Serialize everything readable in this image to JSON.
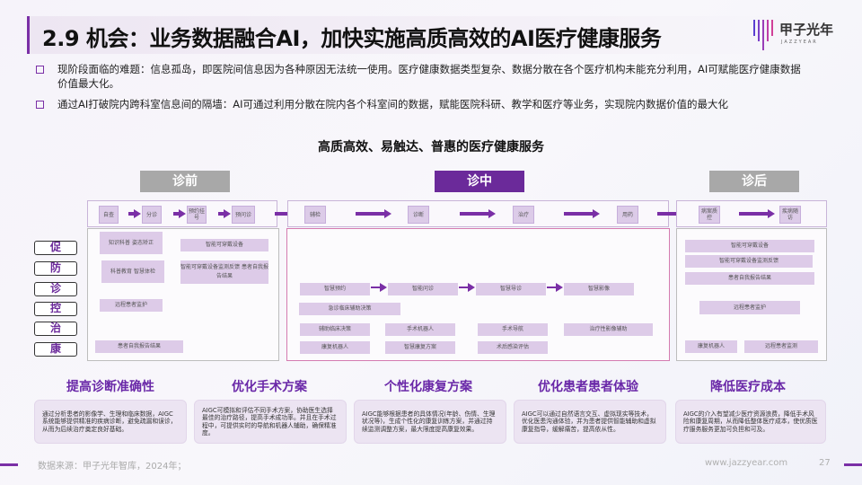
{
  "header": {
    "title": "2.9 机会：业务数据融合AI，加快实施高质高效的AI医疗健康服务",
    "logo_cn": "甲子光年",
    "logo_en": "JAZZYEAR"
  },
  "bullets": [
    "现阶段面临的难题：信息孤岛，即医院间信息因为各种原因无法统一使用。医疗健康数据类型复杂、数据分散在各个医疗机构未能充分利用，AI可赋能医疗健康数据价值最大化。",
    "通过AI打破院内跨科室信息间的隔墙：AI可通过利用分散在院内各个科室间的数据，赋能医院科研、教学和医疗等业务，实现院内数据价值的最大化"
  ],
  "diagram": {
    "title": "高质高效、易触达、普惠的医疗健康服务",
    "phases": [
      {
        "label": "诊前"
      },
      {
        "label": "诊中"
      },
      {
        "label": "诊后"
      }
    ],
    "flow_pre": [
      "自查",
      "分诊",
      "预约挂号",
      "预问诊"
    ],
    "flow_mid": [
      "辅检",
      "诊断",
      "治疗",
      "用药"
    ],
    "flow_post": [
      "病案质控",
      "疾病随访"
    ],
    "side_labels": [
      "促",
      "防",
      "诊",
      "控",
      "治",
      "康"
    ],
    "pre_cells": [
      "知识科普 姿态矫正",
      "智能可穿戴设备",
      "科普教育 智慧体检",
      "智能可穿戴设备监测反馈 患者自我报告结果",
      "远程患者监护",
      "患者自我报告结果"
    ],
    "mid_cells": [
      "智慧预约",
      "智能问诊",
      "智慧导诊",
      "智慧影像",
      "急诊临床辅助决策",
      "辅助临床决策",
      "手术机器人",
      "手术导航",
      "治疗性影像辅助",
      "康复机器人",
      "智慧康复方案",
      "术后感染评估"
    ],
    "post_cells": [
      "智能可穿戴设备",
      "智能可穿戴设备监测反馈",
      "患者自我报告结果",
      "远程患者监护",
      "康复机器人",
      "远程患者监测"
    ]
  },
  "benefits": [
    {
      "title": "提高诊断准确性",
      "text": "通过分析患者的影像学、生理和临床数据，AIGC系统能够提供精准的疾病诊断，避免疏漏和误诊，从而为后续治疗奠定良好基础。"
    },
    {
      "title": "优化手术方案",
      "text": "AIGC可模拟和评估不同手术方案，协助医生选择最佳的治疗路径，提高手术成功率。并且在手术过程中，可提供实时的导航和机器人辅助，确保精准度。"
    },
    {
      "title": "个性化康复方案",
      "text": "AIGC能够根据患者的具体情况(年龄、伤情、生理状况等)，生成个性化的康复训练方案，并通过持续监测调整方案，最大限度提高康复效果。"
    },
    {
      "title": "优化患者患者体验",
      "text": "AIGC可以通过自然语言交互、虚拟现实等技术，优化医患沟通体验，并为患者提供智能辅助和虚拟康复指导，缓解痛苦，提高依从性。"
    },
    {
      "title": "降低医疗成本",
      "text": "AIGC的介入有望减少医疗资源浪费，降低手术风险和康复周期，从而降低整体医疗成本，使优质医疗服务服务更加可负担和可及。"
    }
  ],
  "footer": {
    "source": "数据来源：甲子光年智库，2024年；",
    "url": "www.jazzyear.com",
    "page": "27"
  },
  "colors": {
    "accent": "#7a2fa6",
    "phase_active": "#6b2a9a",
    "phase_inactive": "#a8a8a8",
    "cell": "#ddcbe8",
    "benefit_title": "#6a28a8"
  }
}
